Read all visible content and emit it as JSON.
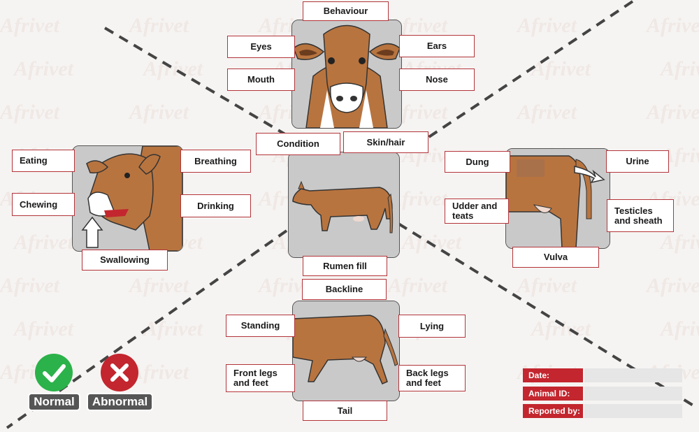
{
  "watermark": "Afrivet",
  "colors": {
    "border_red": "#b3343a",
    "normal_green": "#2bb24a",
    "abnormal_red": "#c3262e",
    "cow_brown": "#b8743f",
    "panel_grey": "#c8c8c8"
  },
  "labels": {
    "behaviour": "Behaviour",
    "eyes": "Eyes",
    "ears": "Ears",
    "mouth": "Mouth",
    "nose": "Nose",
    "condition": "Condition",
    "skin_hair": "Skin/hair",
    "eating": "Eating",
    "breathing": "Breathing",
    "chewing": "Chewing",
    "drinking": "Drinking",
    "swallowing": "Swallowing",
    "rumen_fill": "Rumen fill",
    "dung": "Dung",
    "urine": "Urine",
    "udder_teats": "Udder and teats",
    "testicles_sheath": "Testicles and sheath",
    "vulva": "Vulva",
    "backline": "Backline",
    "standing": "Standing",
    "lying": "Lying",
    "front_legs": "Front legs and feet",
    "back_legs": "Back legs and feet",
    "tail": "Tail"
  },
  "status": {
    "normal": "Normal",
    "abnormal": "Abnormal",
    "normal_icon": "check-icon",
    "abnormal_icon": "cross-icon"
  },
  "form": {
    "date": "Date:",
    "animal_id": "Animal ID:",
    "reported_by": "Reported by:"
  }
}
